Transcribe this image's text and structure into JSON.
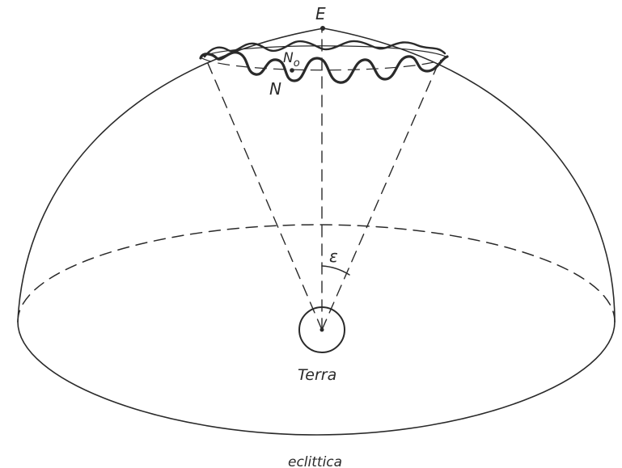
{
  "labels": {
    "pole": "E",
    "nutation_center": "No",
    "nutation_center_main": "N",
    "nutation_center_sub": "o",
    "nutation_path": "N",
    "angle": "ε",
    "earth": "Terra",
    "ecliptic": "eclittica"
  },
  "colors": {
    "ink": "#2a2a2a",
    "background": "#ffffff"
  }
}
